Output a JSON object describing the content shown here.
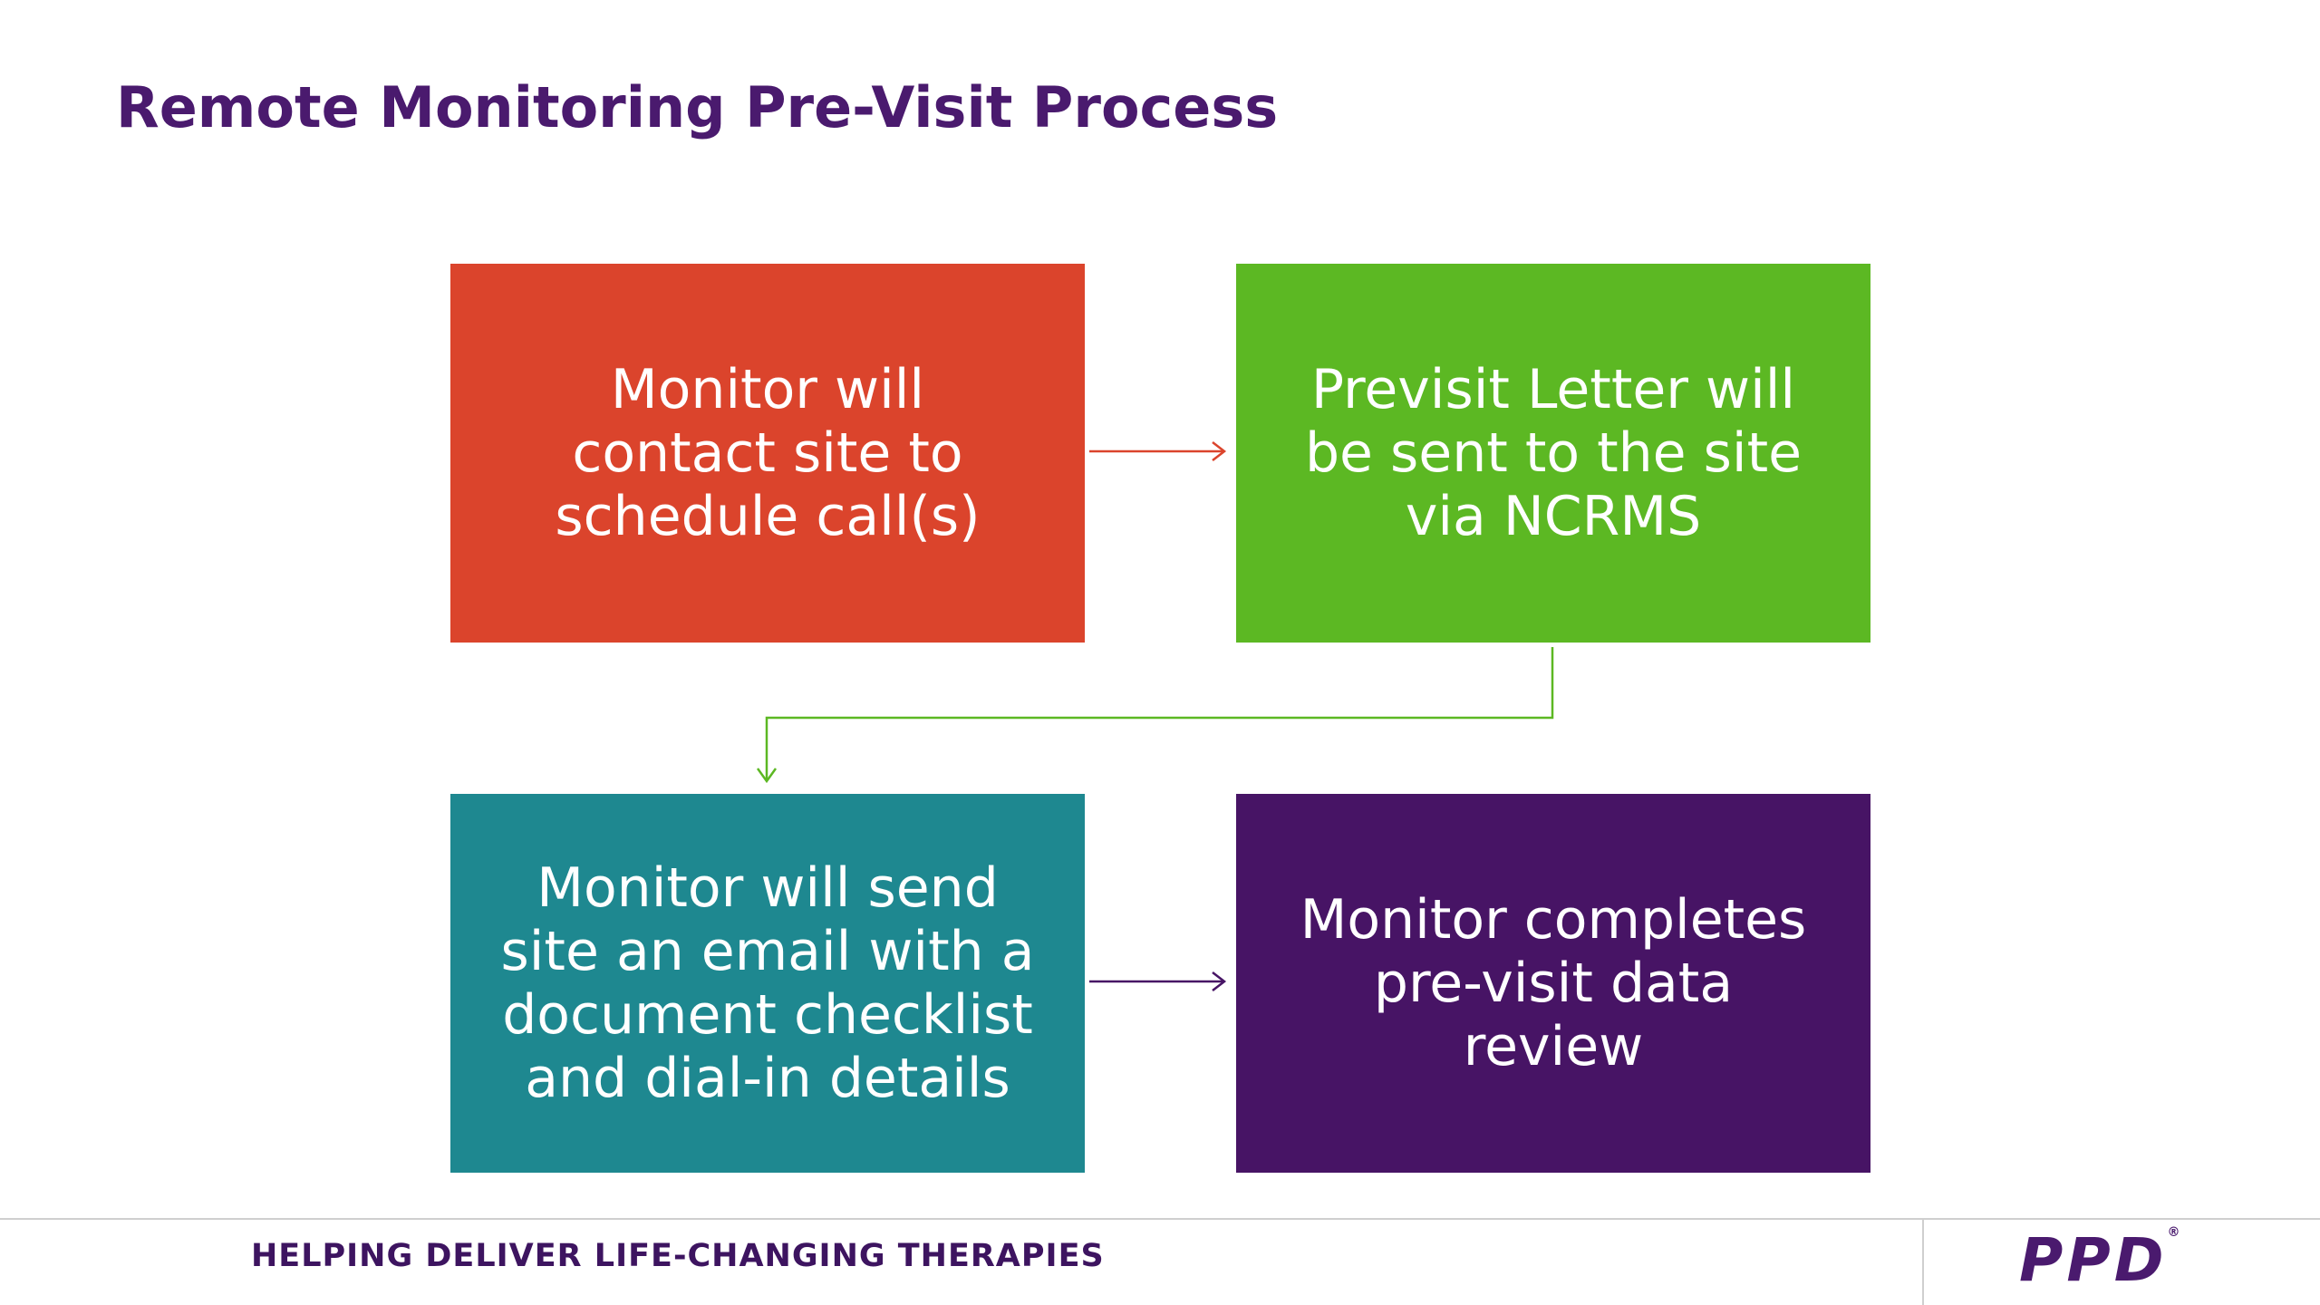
{
  "title": "Remote Monitoring Pre-Visit Process",
  "steps": [
    {
      "lines": [
        "Monitor will",
        "contact site to",
        "schedule call(s)"
      ],
      "color": "#db442c"
    },
    {
      "lines": [
        "Previsit Letter will",
        "be sent to the site",
        "via NCRMS"
      ],
      "color": "#5cb823"
    },
    {
      "lines": [
        "Monitor will send",
        "site an email with a",
        "document checklist",
        "and dial-in details"
      ],
      "color": "#1e8890"
    },
    {
      "lines": [
        "Monitor completes",
        "pre-visit data",
        "review"
      ],
      "color": "#471465"
    }
  ],
  "footer": {
    "tagline": "HELPING DELIVER LIFE-CHANGING THERAPIES",
    "logo": "PPD",
    "logo_mark": "®"
  }
}
